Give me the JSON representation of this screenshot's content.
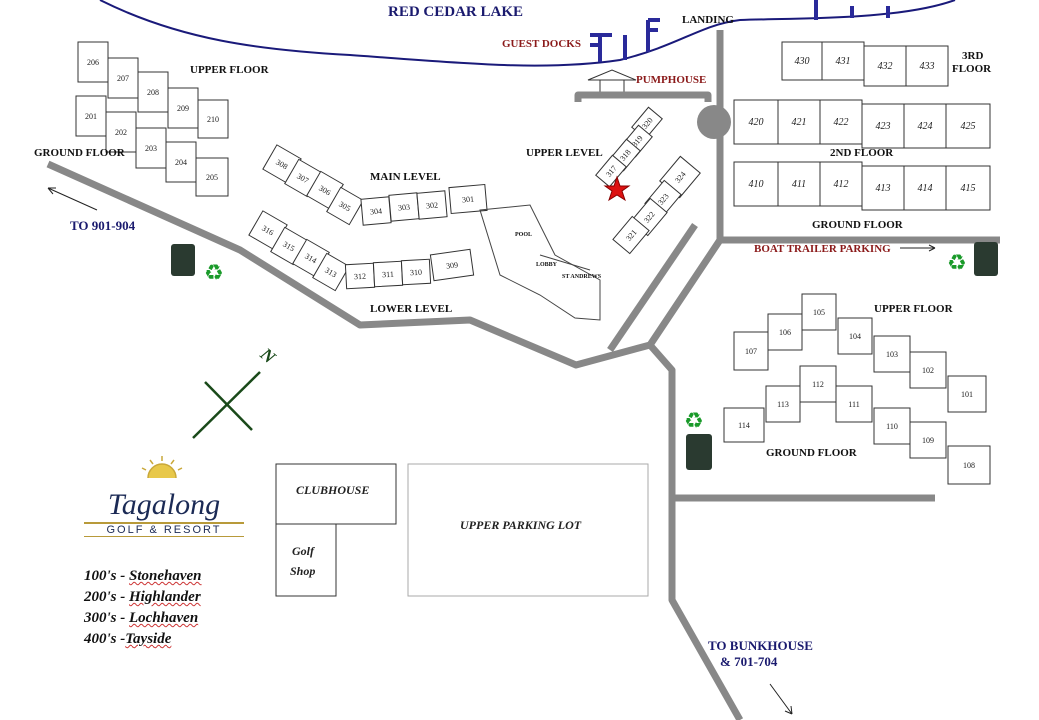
{
  "lake": {
    "name": "RED CEDAR LAKE"
  },
  "labels": {
    "guest_docks": "GUEST DOCKS",
    "landing": "LANDING",
    "pumphouse": "PUMPHOUSE",
    "upper_floor_200": "UPPER FLOOR",
    "ground_floor_200": "GROUND FLOOR",
    "to_901": "TO 901-904",
    "main_level": "MAIN LEVEL",
    "lower_level": "LOWER LEVEL",
    "upper_level": "UPPER LEVEL",
    "pool": "POOL",
    "lobby": "LOBBY",
    "st_andrews": "ST ANDREWS",
    "third_floor_1": "3RD",
    "third_floor_2": "FLOOR",
    "second_floor": "2ND FLOOR",
    "ground_floor_400": "GROUND FLOOR",
    "boat_trailer": "BOAT TRAILER PARKING",
    "upper_floor_100": "UPPER FLOOR",
    "ground_floor_100": "GROUND FLOOR",
    "clubhouse": "CLUBHOUSE",
    "golf_shop_1": "Golf",
    "golf_shop_2": "Shop",
    "upper_parking": "UPPER PARKING LOT",
    "to_bunkhouse_1": "TO BUNKHOUSE",
    "to_bunkhouse_2": "& 701-704",
    "north": "N"
  },
  "units": {
    "u200": [
      "206",
      "207",
      "208",
      "209",
      "210",
      "201",
      "202",
      "203",
      "204",
      "205"
    ],
    "u300": [
      "308",
      "307",
      "306",
      "305",
      "304",
      "303",
      "302",
      "301",
      "316",
      "315",
      "314",
      "313",
      "312",
      "311",
      "310",
      "309",
      "320",
      "319",
      "318",
      "317",
      "324",
      "323",
      "322",
      "321"
    ],
    "u400": [
      "430",
      "431",
      "432",
      "433",
      "420",
      "421",
      "422",
      "423",
      "424",
      "425",
      "410",
      "411",
      "412",
      "413",
      "414",
      "415"
    ],
    "u100": [
      "105",
      "106",
      "104",
      "107",
      "103",
      "102",
      "101",
      "112",
      "113",
      "111",
      "114",
      "110",
      "109",
      "108"
    ]
  },
  "logo": {
    "name": "Tagalong",
    "sub": "GOLF & RESORT"
  },
  "legend": [
    {
      "num": "100's - ",
      "name": "Stonehaven"
    },
    {
      "num": "200's - ",
      "name": "Highlander"
    },
    {
      "num": "300's - ",
      "name": "Lochhaven"
    },
    {
      "num": "400's -",
      "name": "Tayside"
    }
  ],
  "colors": {
    "lake": "#1a1a7a",
    "road": "#888888",
    "star": "#dd1111",
    "recycle": "#1a9a2a",
    "bin": "#2a3a30"
  }
}
